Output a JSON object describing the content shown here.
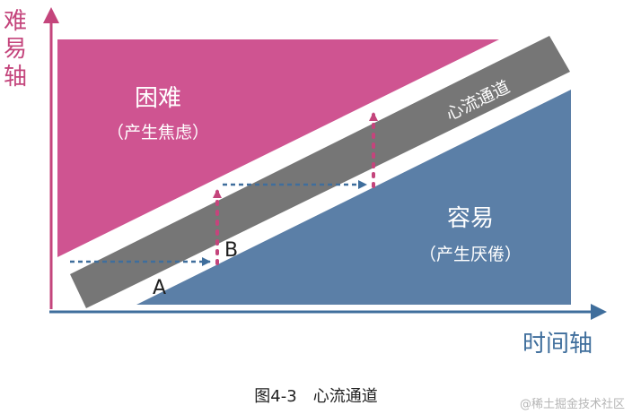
{
  "diagram": {
    "y_axis_label": "难易轴",
    "x_axis_label": "时间轴",
    "zone_hard": {
      "title": "困难",
      "subtitle": "（产生焦虑）"
    },
    "zone_easy": {
      "title": "容易",
      "subtitle": "（产生厌倦）"
    },
    "channel_label": "心流通道",
    "point_a": "A",
    "point_b": "B",
    "caption": "图4-3　心流通道"
  },
  "watermark": "@稀土掘金技术社区",
  "colors": {
    "hard_zone": "#cf5491",
    "easy_zone": "#5b7fa7",
    "channel": "#767676",
    "axis_x": "#3f6e9c",
    "axis_y": "#c4457c",
    "arrow_right": "#3f6e9c",
    "arrow_up": "#c4457c"
  }
}
